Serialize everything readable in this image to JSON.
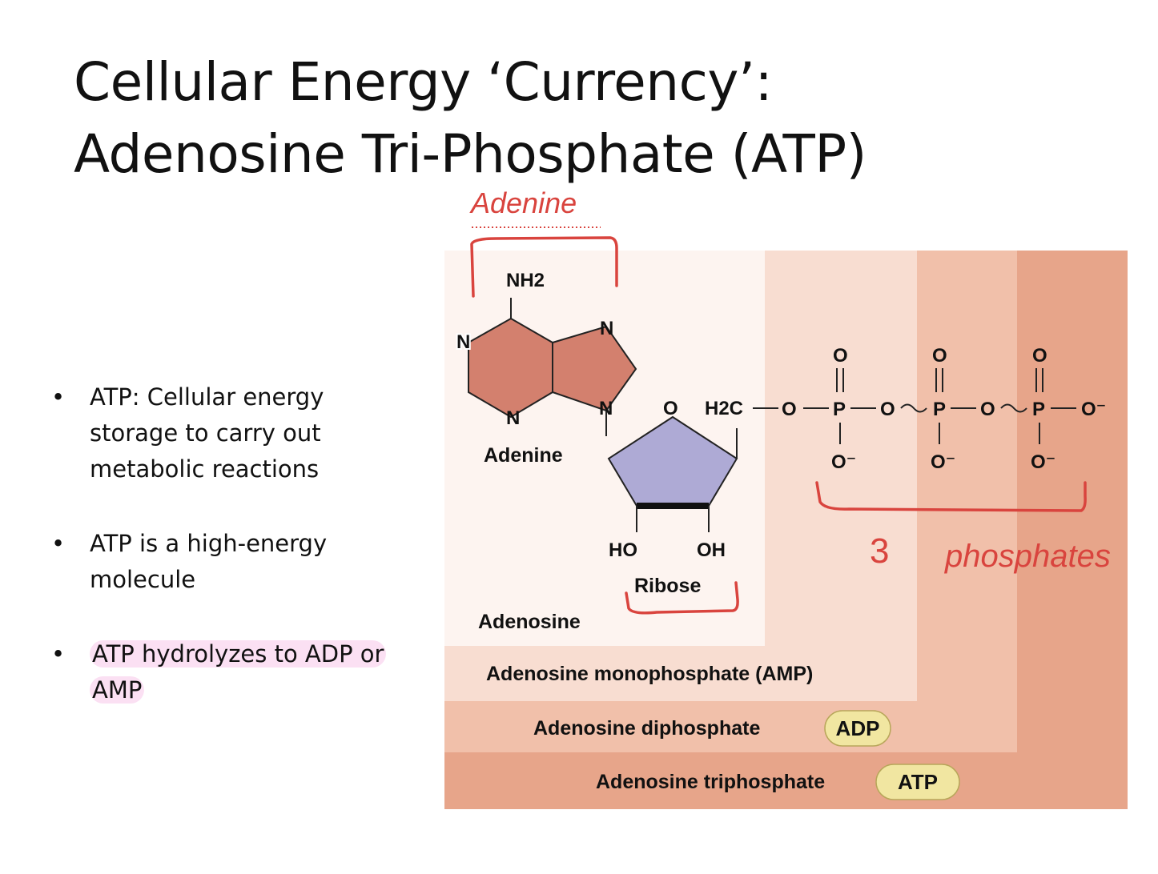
{
  "slide": {
    "title_line1": "Cellular Energy ‘Currency’:",
    "title_line2": "Adenosine Tri-Phosphate (ATP)",
    "bullets": [
      "ATP: Cellular energy storage to carry out metabolic reactions",
      "ATP is a high-energy molecule",
      "ATP hydrolyzes to ADP or AMP"
    ]
  },
  "figure": {
    "amino_label": "NH2",
    "n1": "N",
    "n7": "N",
    "n3": "N",
    "n9": "N",
    "adenine_label": "Adenine",
    "ring_oxygen": "O",
    "ch2": "H2C",
    "o_link": "O",
    "phosphorus": "P",
    "double_o": "O",
    "o_minus": "O⁻",
    "ho": "HO",
    "oh": "OH",
    "ribose_label": "Ribose",
    "adenosine_label": "Adenosine",
    "amp_label": "Adenosine monophosphate (AMP)",
    "adp_label": "Adenosine diphosphate",
    "adp_badge": "ADP",
    "atp_label": "Adenosine triphosphate",
    "atp_badge": "ATP"
  },
  "annotations": {
    "adenine_note": "Adenine",
    "phosphate_count": "3",
    "phosphates_note": "phosphates"
  },
  "colors": {
    "panel_light": "#fdf4f0",
    "panel_amp": "#f8ddd1",
    "panel_adp": "#f1c0aa",
    "panel_atp": "#e7a58a",
    "adenine_fill": "#d3806e",
    "ribose_fill": "#aeaad5",
    "ink": "#d9443e",
    "highlight": "#fbe0f3",
    "badge": "#f1e6a1"
  }
}
